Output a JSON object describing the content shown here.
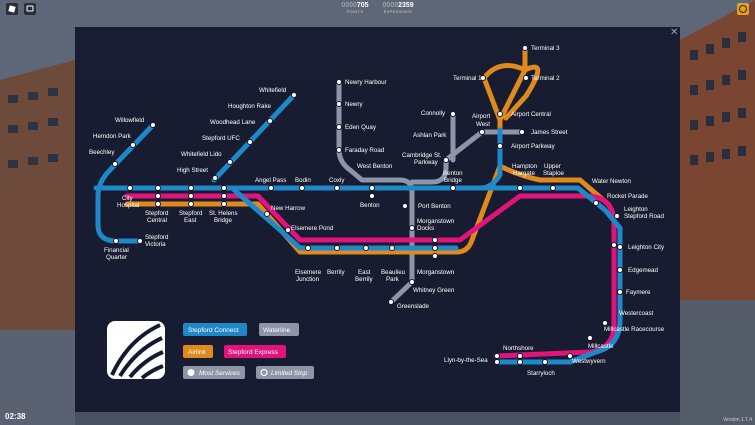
{
  "hud": {
    "points_dim": "0000",
    "points_value": "705",
    "points_label": "POINTS",
    "experience_dim": "0000",
    "experience_value": "2359",
    "experience_label": "EXPERIENCE",
    "clock": "02:38",
    "version": "Version 1.7.4",
    "close_glyph": "✕"
  },
  "colors": {
    "stepford_connect": "#1e88c8",
    "waterline": "#8c96a6",
    "airlink": "#e08a1e",
    "stepford_express": "#e0147a",
    "panel": "#161a2e"
  },
  "legend": {
    "stepford_connect": "Stepford Connect",
    "waterline": "Waterline",
    "airlink": "Airlink",
    "stepford_express": "Stepford Express",
    "most_services": "Most Services",
    "limited_stop": "Limited Stop"
  },
  "stations": {
    "terminal3": "Terminal 3",
    "terminal1": "Terminal 1",
    "terminal2": "Terminal 2",
    "newry_harbour": "Newry Harbour",
    "whitefield": "Whitefield",
    "houghton_rake": "Houghton Rake",
    "newry": "Newry",
    "woodhead_lane": "Woodhead Lane",
    "willowfield": "Willowfield",
    "connolly": "Connolly",
    "airport_central": "Airport Central",
    "hemdon_park": "Hemdon Park",
    "stepford_ufc": "Stepford UFC",
    "eden_quay": "Eden Quay",
    "airport_west": "Airport West",
    "ashlan_park": "Ashlan Park",
    "james_street": "James Street",
    "beechley": "Beechley",
    "whitefield_lido": "Whitefield Lido",
    "faraday_road": "Faraday Road",
    "airport_parkway": "Airport Parkway",
    "cambridge_st_parkway": "Cambridge St. Parkway",
    "high_street": "High Street",
    "west_benton": "West Benton",
    "hampton_hargate": "Hampton Hargate",
    "upper_staploe": "Upper Staploe",
    "benton_bridge": "Benton Bridge",
    "angel_pass": "Angel Pass",
    "bodin": "Bodin",
    "coxly": "Coxly",
    "water_newton": "Water Newton",
    "city_hospital": "City Hospital",
    "rocket_parade": "Rocket Parade",
    "stepford_central": "Stepford Central",
    "stepford_east": "Stepford East",
    "st_helens_bridge": "St. Helens Bridge",
    "benton": "Benton",
    "port_benton": "Port Benton",
    "new_harrow": "New Harrow",
    "leighton_stepford_road": "Leighton Stepford Road",
    "morganstown_docks": "Morganstown Docks",
    "elsemere_pond": "Elsemere Pond",
    "financial_quarter": "Financial Quarter",
    "stepford_victoria": "Stepford Victoria",
    "leighton_city": "Leighton City",
    "edgemead": "Edgemead",
    "elsemere_junction": "Elsemere Junction",
    "berrily": "Berrily",
    "east_berrily": "East Berrily",
    "beaulieu_park": "Beaulieu Park",
    "morganstown": "Morganstown",
    "whitney_green": "Whitney Green",
    "faymere": "Faymere",
    "greenslade": "Greenslade",
    "westercoast": "Westercoast",
    "millcastle_racecourse": "Millcastle Racecourse",
    "millcastle": "Millcastle",
    "northshore": "Northshore",
    "llyn_by_the_sea": "Llyn-by-the-Sea",
    "westwyvern": "Westwyvern",
    "starryloch": "Starryloch"
  }
}
